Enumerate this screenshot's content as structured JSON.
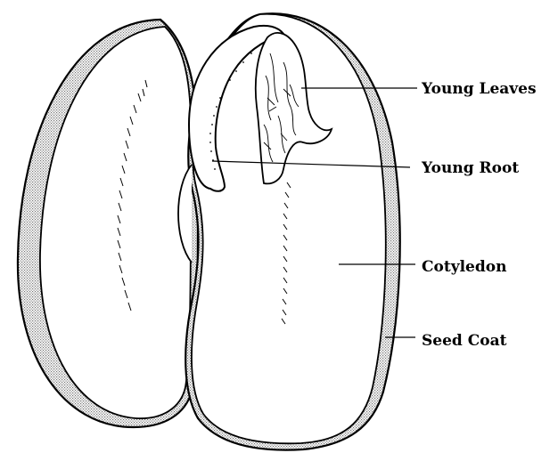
{
  "labels": {
    "young_leaves": "Young Leaves",
    "young_root": "Young Root",
    "cotyledon": "Cotyledon",
    "seed_coat": "Seed Coat"
  },
  "colors": {
    "line": "#000000",
    "fill": "#ffffff",
    "stipple": "#8a8a8a"
  }
}
